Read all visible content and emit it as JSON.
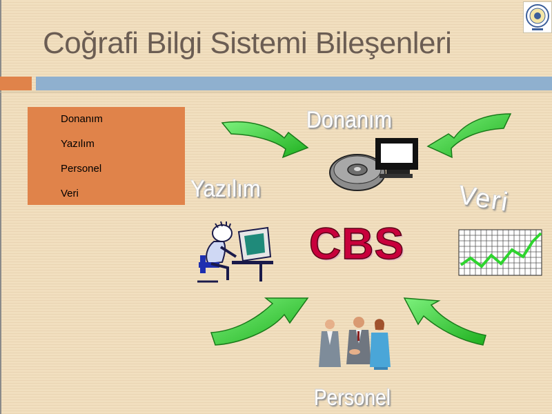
{
  "slide": {
    "title": "Coğrafi Bilgi Sistemi Bileşenleri",
    "menu": {
      "bullet": "",
      "items": [
        {
          "label": "Donanım"
        },
        {
          "label": "Yazılım"
        },
        {
          "label": "Personel"
        },
        {
          "label": "Veri"
        }
      ]
    },
    "diagram": {
      "center": "CBS",
      "components": {
        "top": "Donanım",
        "left": "Yazılım",
        "right": "Veri",
        "bottom": "Personel"
      }
    },
    "colors": {
      "accent_orange": "#e0834a",
      "accent_blue": "#8fb0cf",
      "cbs_red": "#c8003c",
      "arrow_green": "#3fd43f",
      "background": "#f1dfbf"
    },
    "icons": [
      "university-logo-icon",
      "hardware-computer-icon",
      "software-user-icon",
      "data-chart-icon",
      "people-handshake-icon",
      "curved-arrow-icon"
    ]
  }
}
